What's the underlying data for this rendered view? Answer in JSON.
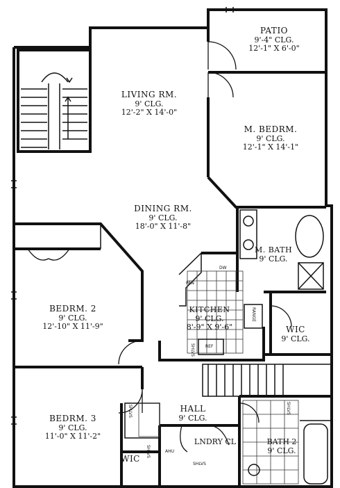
{
  "rooms": {
    "patio": {
      "name": "PATIO",
      "ceiling": "9'-4\" CLG.",
      "dims": "12'-1\" X 6'-0\""
    },
    "living": {
      "name": "LIVING RM.",
      "ceiling": "9' CLG.",
      "dims": "12'-2\" X 14'-0\""
    },
    "master": {
      "name": "M. BEDRM.",
      "ceiling": "9' CLG.",
      "dims": "12'-1\" X 14'-1\""
    },
    "dining": {
      "name": "DINING RM.",
      "ceiling": "9' CLG.",
      "dims": "18'-0\" X 11'-8\""
    },
    "mbath": {
      "name": "M. BATH",
      "ceiling": "9' CLG."
    },
    "kitchen": {
      "name": "KITCHEN",
      "ceiling": "9' CLG.",
      "dims": "8'-9\" X 9'-6\""
    },
    "bed2": {
      "name": "BEDRM. 2",
      "ceiling": "9' CLG.",
      "dims": "12'-10\" X 11'-9\""
    },
    "mwic": {
      "name": "WIC",
      "ceiling": "9' CLG."
    },
    "bed3": {
      "name": "BEDRM. 3",
      "ceiling": "9' CLG.",
      "dims": "11'-0\" X 11'-2\""
    },
    "hall": {
      "name": "HALL",
      "ceiling": "9' CLG."
    },
    "laundry": {
      "name": "LNDRY CL"
    },
    "bath2": {
      "name": "BATH 2",
      "ceiling": "9' CLG."
    },
    "wic3": {
      "name": "WIC"
    }
  },
  "fixtures": {
    "range": "RANGE",
    "refrigerator": "REF",
    "dishwasher": "DW",
    "pantry": "PAN",
    "shelves_kitchen": "SHLVS",
    "shelves_hall": "SHLVS",
    "shelves_bath": "SHLVS",
    "shelves_bed3": "SHLVS",
    "shelves_laundry": "SHLVS",
    "air_handler": "AHU"
  }
}
